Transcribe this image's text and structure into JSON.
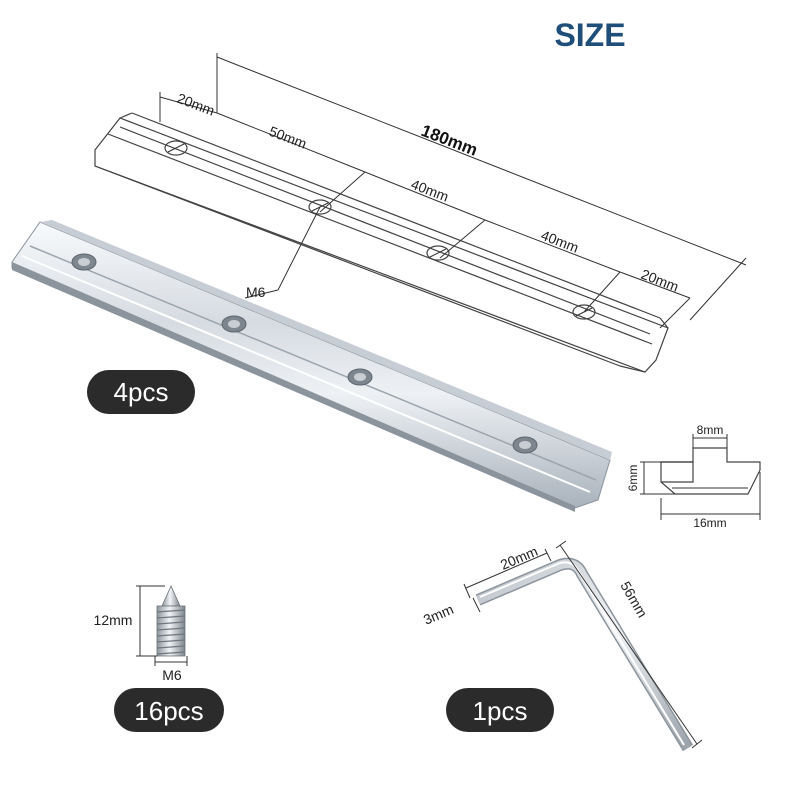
{
  "title": "SIZE",
  "colors": {
    "title": "#1f4e79",
    "pill": "#2b2b2b",
    "metal_light": "#eef1f4",
    "metal_dark": "#a9b2bc"
  },
  "rail": {
    "total_length": "180mm",
    "segments": [
      "20mm",
      "50mm",
      "40mm",
      "40mm",
      "20mm"
    ],
    "thread_label": "M6"
  },
  "profile": {
    "top_width": "8mm",
    "height": "6mm",
    "bottom_width": "16mm"
  },
  "screw": {
    "length": "12mm",
    "thread": "M6",
    "qty": "16pcs"
  },
  "wrench": {
    "short_arm": "20mm",
    "size": "3mm",
    "long_arm": "56mm",
    "qty": "1pcs"
  },
  "rail_qty": "4pcs"
}
